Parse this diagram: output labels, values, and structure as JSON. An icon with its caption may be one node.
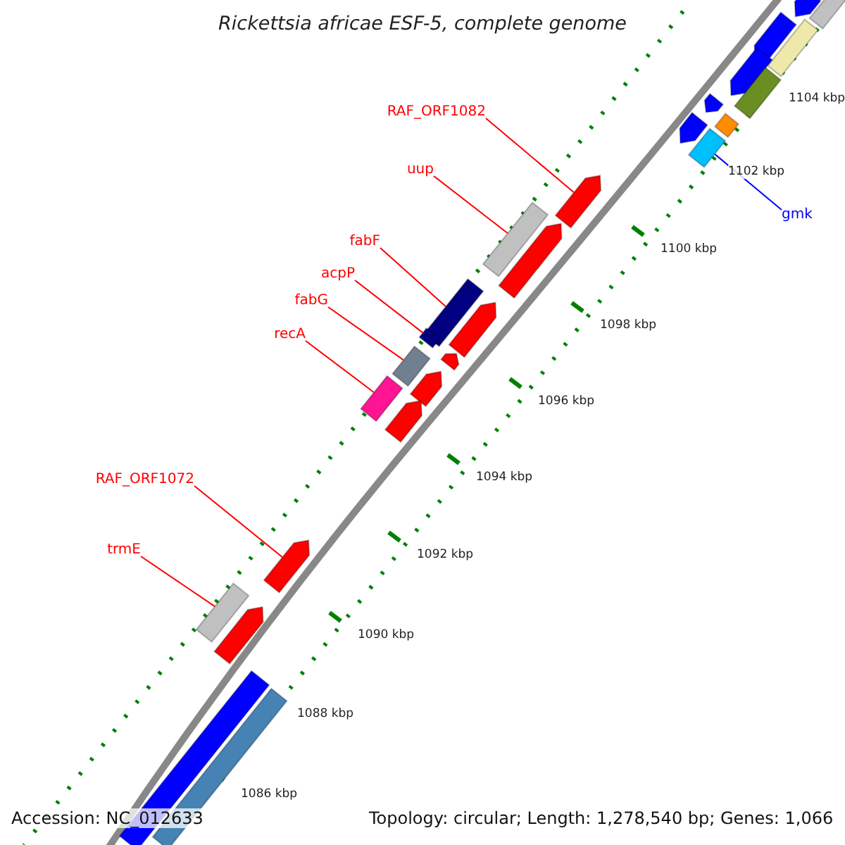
{
  "diagram": {
    "title": "Rickettsia africae ESF-5, complete genome",
    "nodes": [
      {
        "text": [
          "RAF_ORF1082"
        ]
      },
      {
        "text": [],
        "shape": "arrow"
      },
      {
        "text": [
          "uup"
        ]
      },
      {
        "text": [],
        "shape": "bar"
      },
      {
        "text": [
          "fabF"
        ]
      },
      {
        "text": [],
        "shape": "bar"
      },
      {
        "text": [
          "acpP"
        ]
      },
      {
        "text": [],
        "shape": "bar"
      },
      {
        "text": [
          "fabG"
        ]
      },
      {
        "text": [],
        "shape": "bar"
      },
      {
        "text": [
          "recA"
        ]
      },
      {
        "text": [],
        "shape": "bar"
      },
      {
        "text": [
          "gmk"
        ]
      },
      {
        "text": [],
        "shape": "bar"
      },
      {
        "text": [
          "RAF_ORF1072"
        ]
      },
      {
        "text": [],
        "shape": "arrow"
      },
      {
        "text": [
          "trmE"
        ]
      },
      {
        "text": [],
        "shape": "bar"
      },
      {
        "text": [],
        "shape": "arrow"
      },
      {
        "text": [],
        "shape": "bar"
      },
      {
        "text": [],
        "shape": "arrow"
      },
      {
        "text": [],
        "shape": "bar"
      },
      {
        "text": [],
        "shape": "arrow"
      },
      {
        "text": [],
        "shape": "bar"
      },
      {
        "text": [],
        "shape": "arrow"
      },
      {
        "text": [],
        "shape": "bar"
      },
      {
        "text": [],
        "shape": "arrow"
      },
      {
        "text": [],
        "shape": "arrow"
      },
      {
        "text": [],
        "shape": "arrow"
      },
      {
        "text": [],
        "shape": "arrow"
      },
      {
        "text": [],
        "shape": "arrow"
      },
      {
        "text": [],
        "shape": "arrow"
      },
      {
        "text": [],
        "shape": "arrow"
      },
      {
        "text": [],
        "shape": "bar"
      },
      {
        "text": [],
        "shape": "bar"
      }
    ],
    "edges": [
      {
        "from": 0,
        "to": 1,
        "arrow": "none"
      },
      {
        "from": 2,
        "to": 3,
        "arrow": "none"
      },
      {
        "from": 4,
        "to": 5,
        "arrow": "none"
      },
      {
        "from": 6,
        "to": 7,
        "arrow": "none"
      },
      {
        "from": 8,
        "to": 9,
        "arrow": "none"
      },
      {
        "from": 10,
        "to": 11,
        "arrow": "none"
      },
      {
        "from": 12,
        "to": 13,
        "arrow": "none",
        "color": "#0000ff"
      },
      {
        "from": 14,
        "to": 15,
        "arrow": "none"
      },
      {
        "from": 16,
        "to": 17,
        "arrow": "none"
      }
    ],
    "labels": [
      "1104 kbp",
      "1102 kbp",
      "1100 kbp",
      "1098 kbp",
      "1096 kbp",
      "1094 kbp",
      "1092 kbp",
      "1090 kbp",
      "1088 kbp",
      "1086 kbp",
      "Accession: NC_012633",
      "Topology: circular; Length: 1,278,540 bp; Genes: 1,066"
    ]
  }
}
